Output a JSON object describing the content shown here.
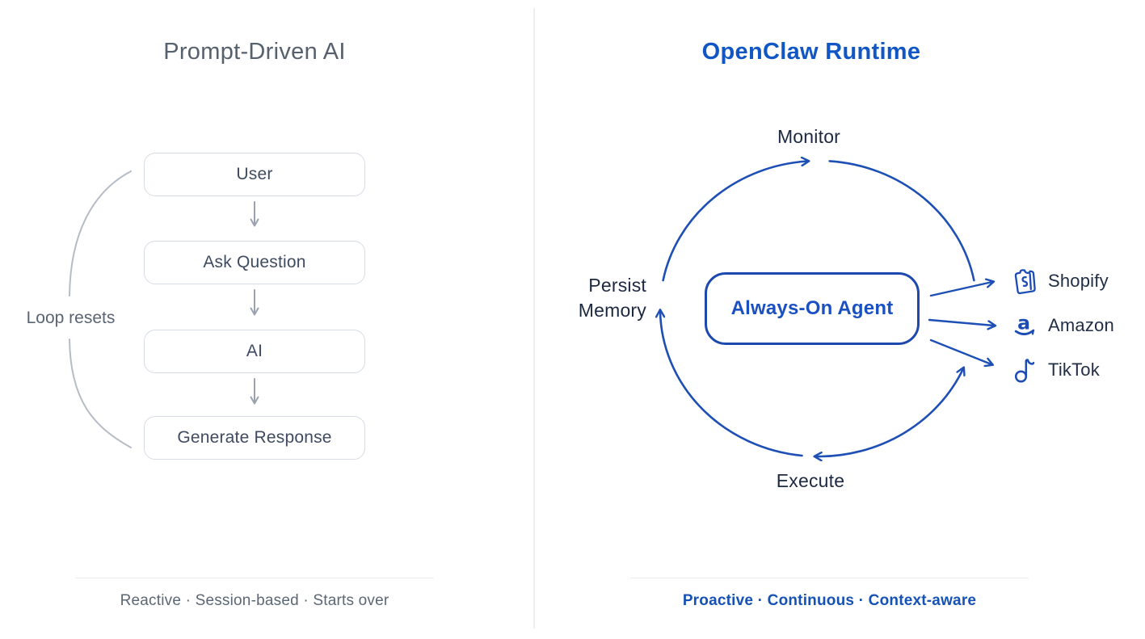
{
  "left_panel": {
    "title": "Prompt-Driven AI",
    "flow_steps": [
      {
        "label": "User"
      },
      {
        "label": "Ask Question"
      },
      {
        "label": "AI"
      },
      {
        "label": "Generate Response"
      }
    ],
    "loop_label": "Loop resets",
    "caption": "Reactive · Session-based · Starts over"
  },
  "right_panel": {
    "title": "OpenClaw Runtime",
    "cycle": {
      "top_label": "Monitor",
      "left_label_line1": "Persist",
      "left_label_line2": "Memory",
      "bottom_label": "Execute"
    },
    "agent_box_label": "Always-On Agent",
    "integrations": [
      {
        "label": "Shopify",
        "icon": "shopify-bag-icon"
      },
      {
        "label": "Amazon",
        "icon": "amazon-a-icon"
      },
      {
        "label": "TikTok",
        "icon": "tiktok-note-icon"
      }
    ],
    "caption": "Proactive · Continuous · Context-aware"
  },
  "colors": {
    "accent_blue": "#1d4fb5",
    "title_blue": "#1156c5",
    "navy_text": "#1d2940",
    "agent_border_blue": "#1d49ae",
    "agent_text_blue": "#1a50c2",
    "gray_title": "#57606d",
    "gray_text": "#5c6775",
    "box_border_gray": "#d7dce4",
    "flow_arrow_gray": "#9aa2b0",
    "bracket_gray": "#b5bcc6",
    "divider_gray": "#e7eaee"
  }
}
